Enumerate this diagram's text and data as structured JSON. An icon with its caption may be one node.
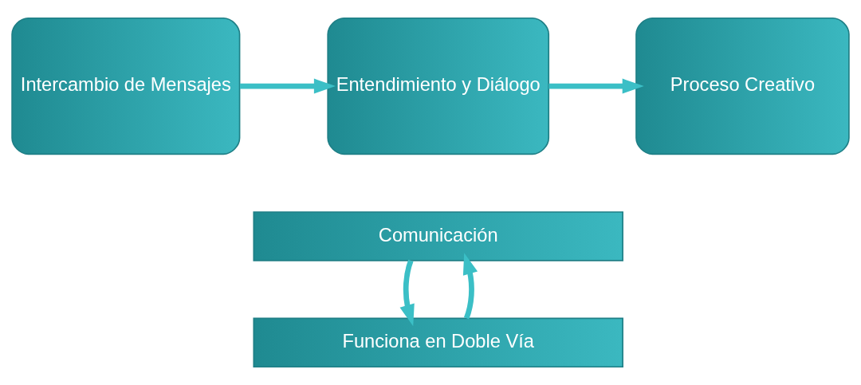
{
  "diagram": {
    "nodes": [
      {
        "text": [
          "Intercambio de Mensajes"
        ]
      },
      {
        "text": [
          "Entendimiento y Diálogo"
        ]
      },
      {
        "text": [
          "Proceso Creativo"
        ]
      },
      {
        "text": [
          "Comunicación"
        ]
      },
      {
        "text": [
          "Funciona en Doble Vía"
        ]
      }
    ],
    "edges": [
      {
        "from": 0,
        "to": 1,
        "arrow": "to"
      },
      {
        "from": 1,
        "to": 2,
        "arrow": "to"
      },
      {
        "from": 3,
        "to": 4,
        "arrow": "to"
      },
      {
        "from": 4,
        "to": 3,
        "arrow": "to"
      }
    ]
  }
}
